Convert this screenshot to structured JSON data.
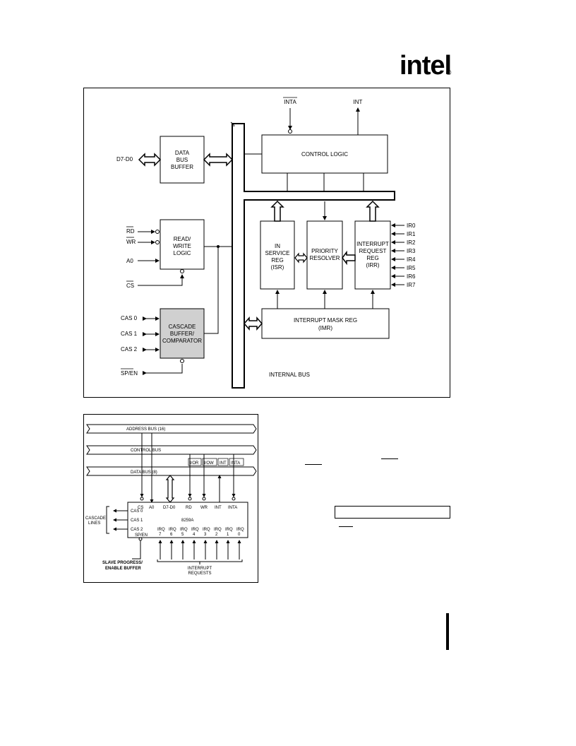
{
  "header": {
    "logo_text": "intel",
    "logo_mark": "®"
  },
  "block_diagram": {
    "pins": {
      "inta": "INTA",
      "int": "INT",
      "data": "D7-D0",
      "rd": "RD",
      "wr": "WR",
      "a0": "A0",
      "cs": "CS",
      "cas0": "CAS 0",
      "cas1": "CAS 1",
      "cas2": "CAS 2",
      "sp_en": "SP/EN"
    },
    "blocks": {
      "data_bus_buffer": [
        "DATA",
        "BUS",
        "BUFFER"
      ],
      "read_write_logic": [
        "READ/",
        "WRITE",
        "LOGIC"
      ],
      "cascade": [
        "CASCADE",
        "BUFFER/",
        "COMPARATOR"
      ],
      "control_logic": "CONTROL LOGIC",
      "isr": [
        "IN",
        "SERVICE",
        "REG",
        "(ISR)"
      ],
      "priority": [
        "PRIORITY",
        "RESOLVER"
      ],
      "irr": [
        "INTERRUPT",
        "REQUEST",
        "REG",
        "(IRR)"
      ],
      "imr": [
        "INTERRUPT MASK REG",
        "(IMR)"
      ]
    },
    "ir_lines": [
      "IR0",
      "IR1",
      "IR2",
      "IR3",
      "IR4",
      "IR5",
      "IR6",
      "IR7"
    ],
    "internal_bus": "INTERNAL BUS"
  },
  "system_diagram": {
    "address_bus": "ADDRESS BUS (16)",
    "control_bus": "CONTROL BUS",
    "data_bus": "DATA BUS (8)",
    "ctrl_signals": [
      "I/OR",
      "I/OW",
      "INT",
      "INTA"
    ],
    "chip_pins_top": [
      "CS",
      "A0",
      "D7-D0",
      "RD",
      "WR",
      "INT",
      "INTA"
    ],
    "chip_name": "8259A",
    "cas_pins": [
      "CAS 0",
      "CAS 1",
      "CAS 2"
    ],
    "sp_en": "SP/EN",
    "cascade_label": [
      "CASCADE",
      "LINES"
    ],
    "irq_label": "IRQ",
    "irq_nums": [
      "7",
      "6",
      "5",
      "4",
      "3",
      "2",
      "1",
      "0"
    ],
    "slave_label": [
      "SLAVE PROGRESS/",
      "ENABLE BUFFER"
    ],
    "interrupt_label": [
      "INTERRUPT",
      "REQUESTS"
    ]
  }
}
